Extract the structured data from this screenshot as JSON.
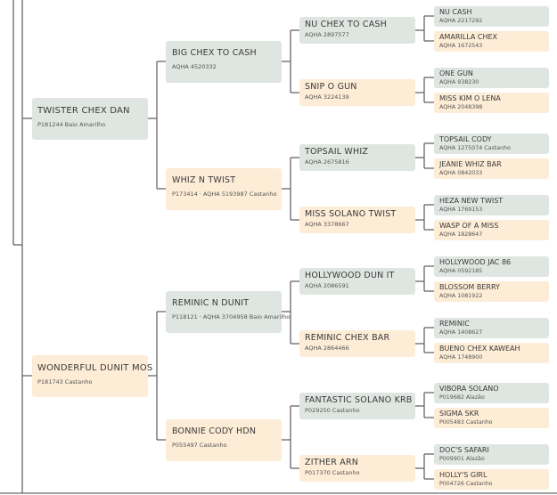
{
  "pedigree": {
    "g1": [
      {
        "name": "TWISTER CHEX DAN",
        "sub": "P181244 Baio Amarilho"
      },
      {
        "name": "WONDERFUL DUNIT MOS",
        "sub": "P181743 Castanho"
      }
    ],
    "g2": [
      {
        "name": "BIG CHEX TO CASH",
        "sub": "AQHA 4520332"
      },
      {
        "name": "WHIZ N TWIST",
        "sub": "P173414 · AQHA 5193987 Castanho"
      },
      {
        "name": "REMINIC N DUNIT",
        "sub": "P118121 · AQHA 3704958 Baio Amarilho"
      },
      {
        "name": "BONNIE CODY HDN",
        "sub": "P055497 Castanho"
      }
    ],
    "g3": [
      {
        "name": "NU CHEX TO CASH",
        "sub": "AQHA 2897577"
      },
      {
        "name": "SNIP O GUN",
        "sub": "AQHA 3224139"
      },
      {
        "name": "TOPSAIL WHIZ",
        "sub": "AQHA 2675816"
      },
      {
        "name": "MISS SOLANO TWIST",
        "sub": "AQHA 3378667"
      },
      {
        "name": "HOLLYWOOD DUN IT",
        "sub": "AQHA 2086591"
      },
      {
        "name": "REMINIC CHEX BAR",
        "sub": "AQHA 2864466"
      },
      {
        "name": "FANTASTIC SOLANO KRB",
        "sub": "P029250 Castanho"
      },
      {
        "name": "ZITHER ARN",
        "sub": "P017370 Castanho"
      }
    ],
    "g4": [
      {
        "name": "NU CASH",
        "sub": "AQHA 2217292"
      },
      {
        "name": "AMARILLA CHEX",
        "sub": "AQHA 1672543"
      },
      {
        "name": "ONE GUN",
        "sub": "AQHA 938230"
      },
      {
        "name": "MISS KIM O LENA",
        "sub": "AQHA 2048398"
      },
      {
        "name": "TOPSAIL CODY",
        "sub": "AQHA 1275074 Castanho"
      },
      {
        "name": "JEANIE WHIZ BAR",
        "sub": "AQHA 0842033"
      },
      {
        "name": "HEZA NEW TWIST",
        "sub": "AQHA 1769153"
      },
      {
        "name": "WASP OF A MISS",
        "sub": "AQHA 1828647"
      },
      {
        "name": "HOLLYWOOD JAC 86",
        "sub": "AQHA 0592185"
      },
      {
        "name": "BLOSSOM BERRY",
        "sub": "AQHA 1081922"
      },
      {
        "name": "REMINIC",
        "sub": "AQHA 1408627"
      },
      {
        "name": "BUENO CHEX KAWEAH",
        "sub": "AQHA 1748900"
      },
      {
        "name": "VIBORA SOLANO",
        "sub": "P019682 Alazão"
      },
      {
        "name": "SIGMA SKR",
        "sub": "P005483 Castanho"
      },
      {
        "name": "DOC'S SAFARI",
        "sub": "P009901 Alazão"
      },
      {
        "name": "HOLLY'S GIRL",
        "sub": "P004726 Castanho"
      }
    ]
  },
  "colors": {
    "sire": "#dfe6e1",
    "dam": "#fdecd6",
    "line": "#666666"
  }
}
